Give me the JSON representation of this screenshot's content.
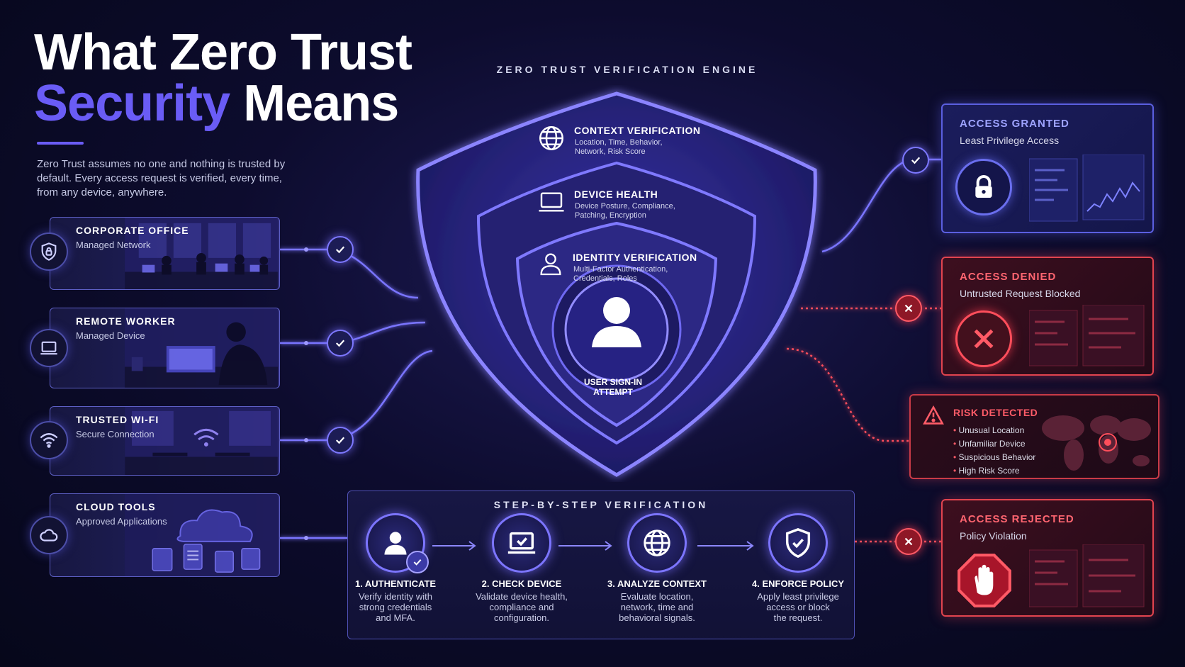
{
  "title": {
    "line1": "What Zero Trust",
    "accent": "Security",
    "rest": " Means"
  },
  "intro": "Zero Trust assumes no one and nothing is trusted by default. Every access request is verified, every time, from any device, anywhere.",
  "sources": [
    {
      "title": "CORPORATE OFFICE",
      "subtitle": "Managed Network",
      "icon": "lock-shield-icon"
    },
    {
      "title": "REMOTE WORKER",
      "subtitle": "Managed Device",
      "icon": "laptop-icon"
    },
    {
      "title": "TRUSTED WI-FI",
      "subtitle": "Secure Connection",
      "icon": "wifi-icon"
    },
    {
      "title": "CLOUD TOOLS",
      "subtitle": "Approved Applications",
      "icon": "cloud-icon"
    }
  ],
  "engine": {
    "label": "ZERO TRUST VERIFICATION ENGINE",
    "layers": [
      {
        "title": "CONTEXT VERIFICATION",
        "desc_line1": "Location, Time, Behavior,",
        "desc_line2": "Network, Risk Score",
        "icon": "globe-icon"
      },
      {
        "title": "DEVICE HEALTH",
        "desc_line1": "Device Posture, Compliance,",
        "desc_line2": "Patching, Encryption",
        "icon": "laptop-icon"
      },
      {
        "title": "IDENTITY VERIFICATION",
        "desc_line1": "Multi-Factor Authentication,",
        "desc_line2": "Credentials, Roles",
        "icon": "user-icon"
      }
    ],
    "core": {
      "line1": "USER SIGN-IN",
      "line2": "ATTEMPT",
      "icon": "user-icon"
    }
  },
  "steps": {
    "title": "STEP-BY-STEP VERIFICATION",
    "items": [
      {
        "title": "1. AUTHENTICATE",
        "desc": [
          "Verify identity with",
          "strong credentials",
          "and MFA."
        ],
        "icon": "user-check-icon"
      },
      {
        "title": "2. CHECK DEVICE",
        "desc": [
          "Validate device health,",
          "compliance and",
          "configuration."
        ],
        "icon": "laptop-check-icon"
      },
      {
        "title": "3. ANALYZE CONTEXT",
        "desc": [
          "Evaluate location,",
          "network, time and",
          "behavioral signals."
        ],
        "icon": "globe-icon"
      },
      {
        "title": "4. ENFORCE POLICY",
        "desc": [
          "Apply least privilege",
          "access or block",
          "the request."
        ],
        "icon": "shield-check-icon"
      }
    ]
  },
  "outcomes": {
    "granted": {
      "title": "ACCESS GRANTED",
      "subtitle": "Least Privilege Access",
      "icon": "padlock-icon"
    },
    "denied": {
      "title": "ACCESS DENIED",
      "subtitle": "Untrusted Request Blocked",
      "icon": "x-icon"
    },
    "risk": {
      "title": "RISK DETECTED",
      "items": [
        "Unusual Location",
        "Unfamiliar Device",
        "Suspicious Behavior",
        "High Risk Score"
      ],
      "icon": "warning-icon"
    },
    "rejected": {
      "title": "ACCESS REJECTED",
      "subtitle": "Policy Violation",
      "icon": "stop-hand-icon"
    }
  },
  "colors": {
    "accent": "#6a5cf6",
    "allow": "#7d78ff",
    "deny": "#ff4e5b",
    "background": "#0d0c2e"
  }
}
